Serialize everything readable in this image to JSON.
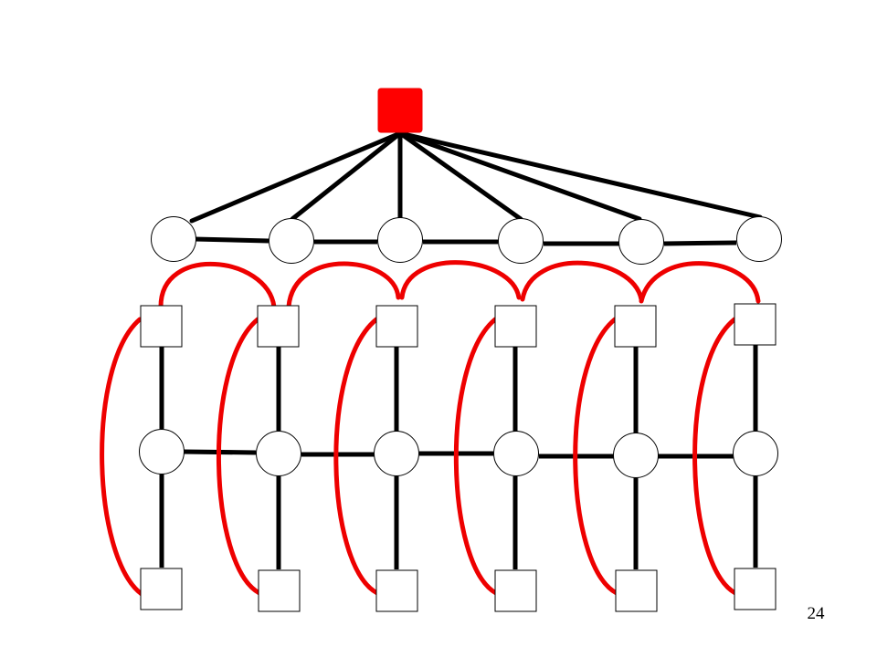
{
  "slide": {
    "page_number": "24"
  },
  "colors": {
    "black": "#000000",
    "red": "#ee0000",
    "background": "#ffffff"
  },
  "diagram": {
    "root": {
      "shape": "square",
      "fill": "filled-red"
    },
    "top_circles": {
      "count": 6,
      "shape": "circle",
      "fill": "white"
    },
    "columns": {
      "count": 6,
      "pattern": [
        "square",
        "circle",
        "square"
      ]
    }
  }
}
